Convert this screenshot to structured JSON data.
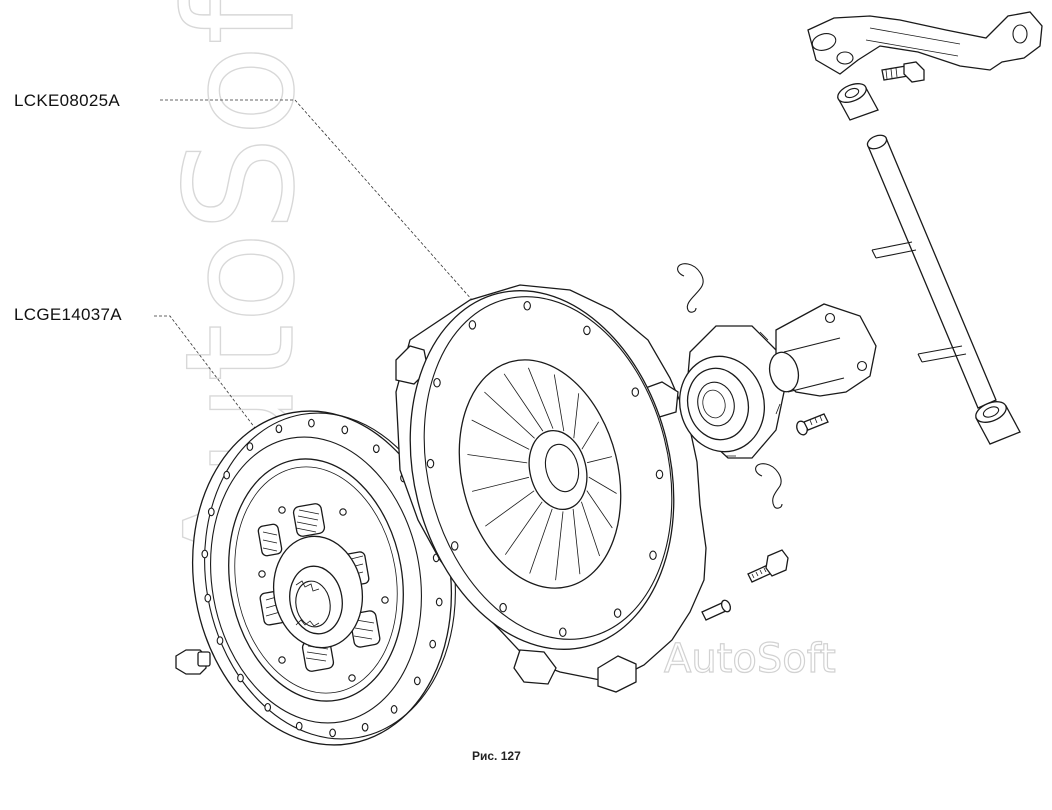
{
  "labels": {
    "pressure_plate": "LCKE08025A",
    "clutch_disc": "LCGE14037A"
  },
  "caption": "Рис. 127",
  "watermark": {
    "large": "AutoSoft",
    "small": "AutoSoft"
  },
  "colors": {
    "line": "#1a1a1a",
    "watermark": "#d8d8d8",
    "background": "#ffffff"
  }
}
